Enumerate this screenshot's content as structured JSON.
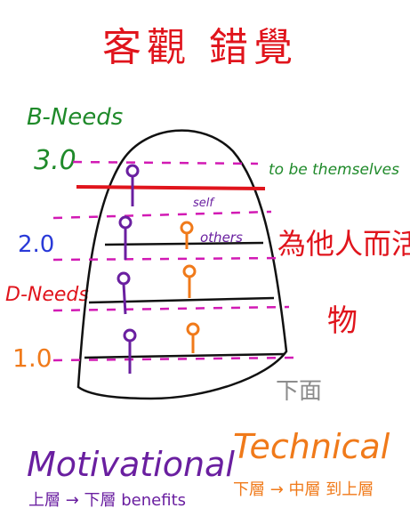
{
  "title": "客觀 錯覺",
  "b_needs": {
    "label": "B-Needs",
    "version": "3.0"
  },
  "d_needs": {
    "label": "D-Needs"
  },
  "levels": {
    "v2": "2.0",
    "v1": "1.0"
  },
  "top_note": "to be themselves",
  "annotations": {
    "self": "self",
    "others": "others",
    "mid_right": "為他人而活",
    "low_right": "物",
    "bottom_right": "下面"
  },
  "footer": {
    "motivational": "Motivational",
    "technical": "Technical",
    "motivational_note": "上層 → 下層 benefits",
    "technical_note": "下層 → 中層 到上層"
  },
  "colors": {
    "red": "#e0141c",
    "green": "#1f8a2a",
    "purple": "#6a1fa0",
    "orange": "#f07a1a",
    "blue": "#2a3ad8",
    "magenta": "#d21ab4",
    "gray": "#8c8c8c"
  }
}
